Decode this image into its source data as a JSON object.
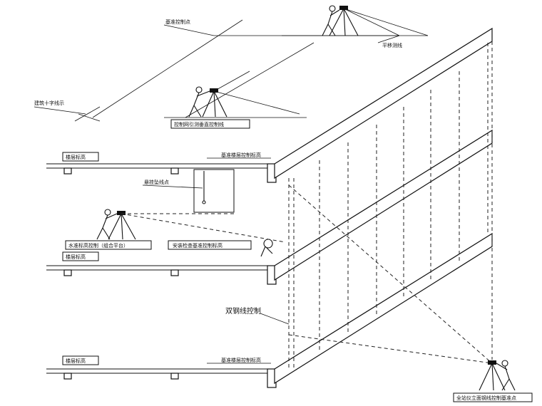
{
  "labels": {
    "top_ref": "基准控制点",
    "offset": "平移测线",
    "cross_line": "建筑十字线示",
    "instrument_top": "控制网引测垂直控制线",
    "floor_upper": "楼层标高",
    "flatness_upper": "基准楼层控制标高",
    "plumb": "悬挂坠线点",
    "instrument_mid": "水准标高控制（组合平台）",
    "floor_mid": "楼层标高",
    "mid_note": "安装检查基准控制标高",
    "double_line": "双钢线控制",
    "floor_low": "楼层标高",
    "flatness_low": "基准楼层控制标高",
    "instrument_low": "全站仪立面钢线控制基准点"
  }
}
